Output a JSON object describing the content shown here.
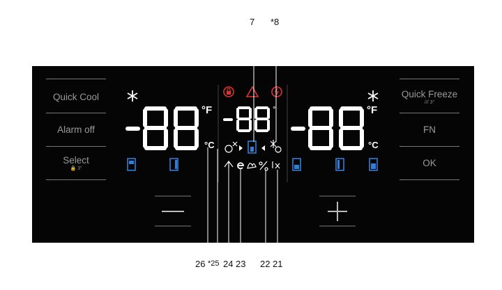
{
  "left_buttons": [
    {
      "label": "Quick Cool",
      "sub": ""
    },
    {
      "label": "Alarm off",
      "sub": ""
    },
    {
      "label": "Select",
      "sub": "🔒 3\""
    }
  ],
  "right_buttons": [
    {
      "label": "Quick Freeze",
      "sub": "/// 3\""
    },
    {
      "label": "FN",
      "sub": ""
    },
    {
      "label": "OK",
      "sub": ""
    }
  ],
  "displays": {
    "left": {
      "value": "-88",
      "units": [
        "°F",
        "°C"
      ]
    },
    "center": {
      "value": "-88",
      "unit": "°"
    },
    "right": {
      "value": "-88",
      "units": [
        "°F",
        "°C"
      ]
    }
  },
  "controls": {
    "minus": "−",
    "plus": "+"
  },
  "callouts_top": [
    "7",
    "*8"
  ],
  "callouts_bottom": [
    "26",
    "*25",
    "24",
    "23",
    "22",
    "21"
  ],
  "colors": {
    "panel": "#050505",
    "digit": "#ffffff",
    "accent_blue": "#2f7fd8",
    "alert_red": "#e0322f",
    "label_gray": "#9a9a9a"
  }
}
